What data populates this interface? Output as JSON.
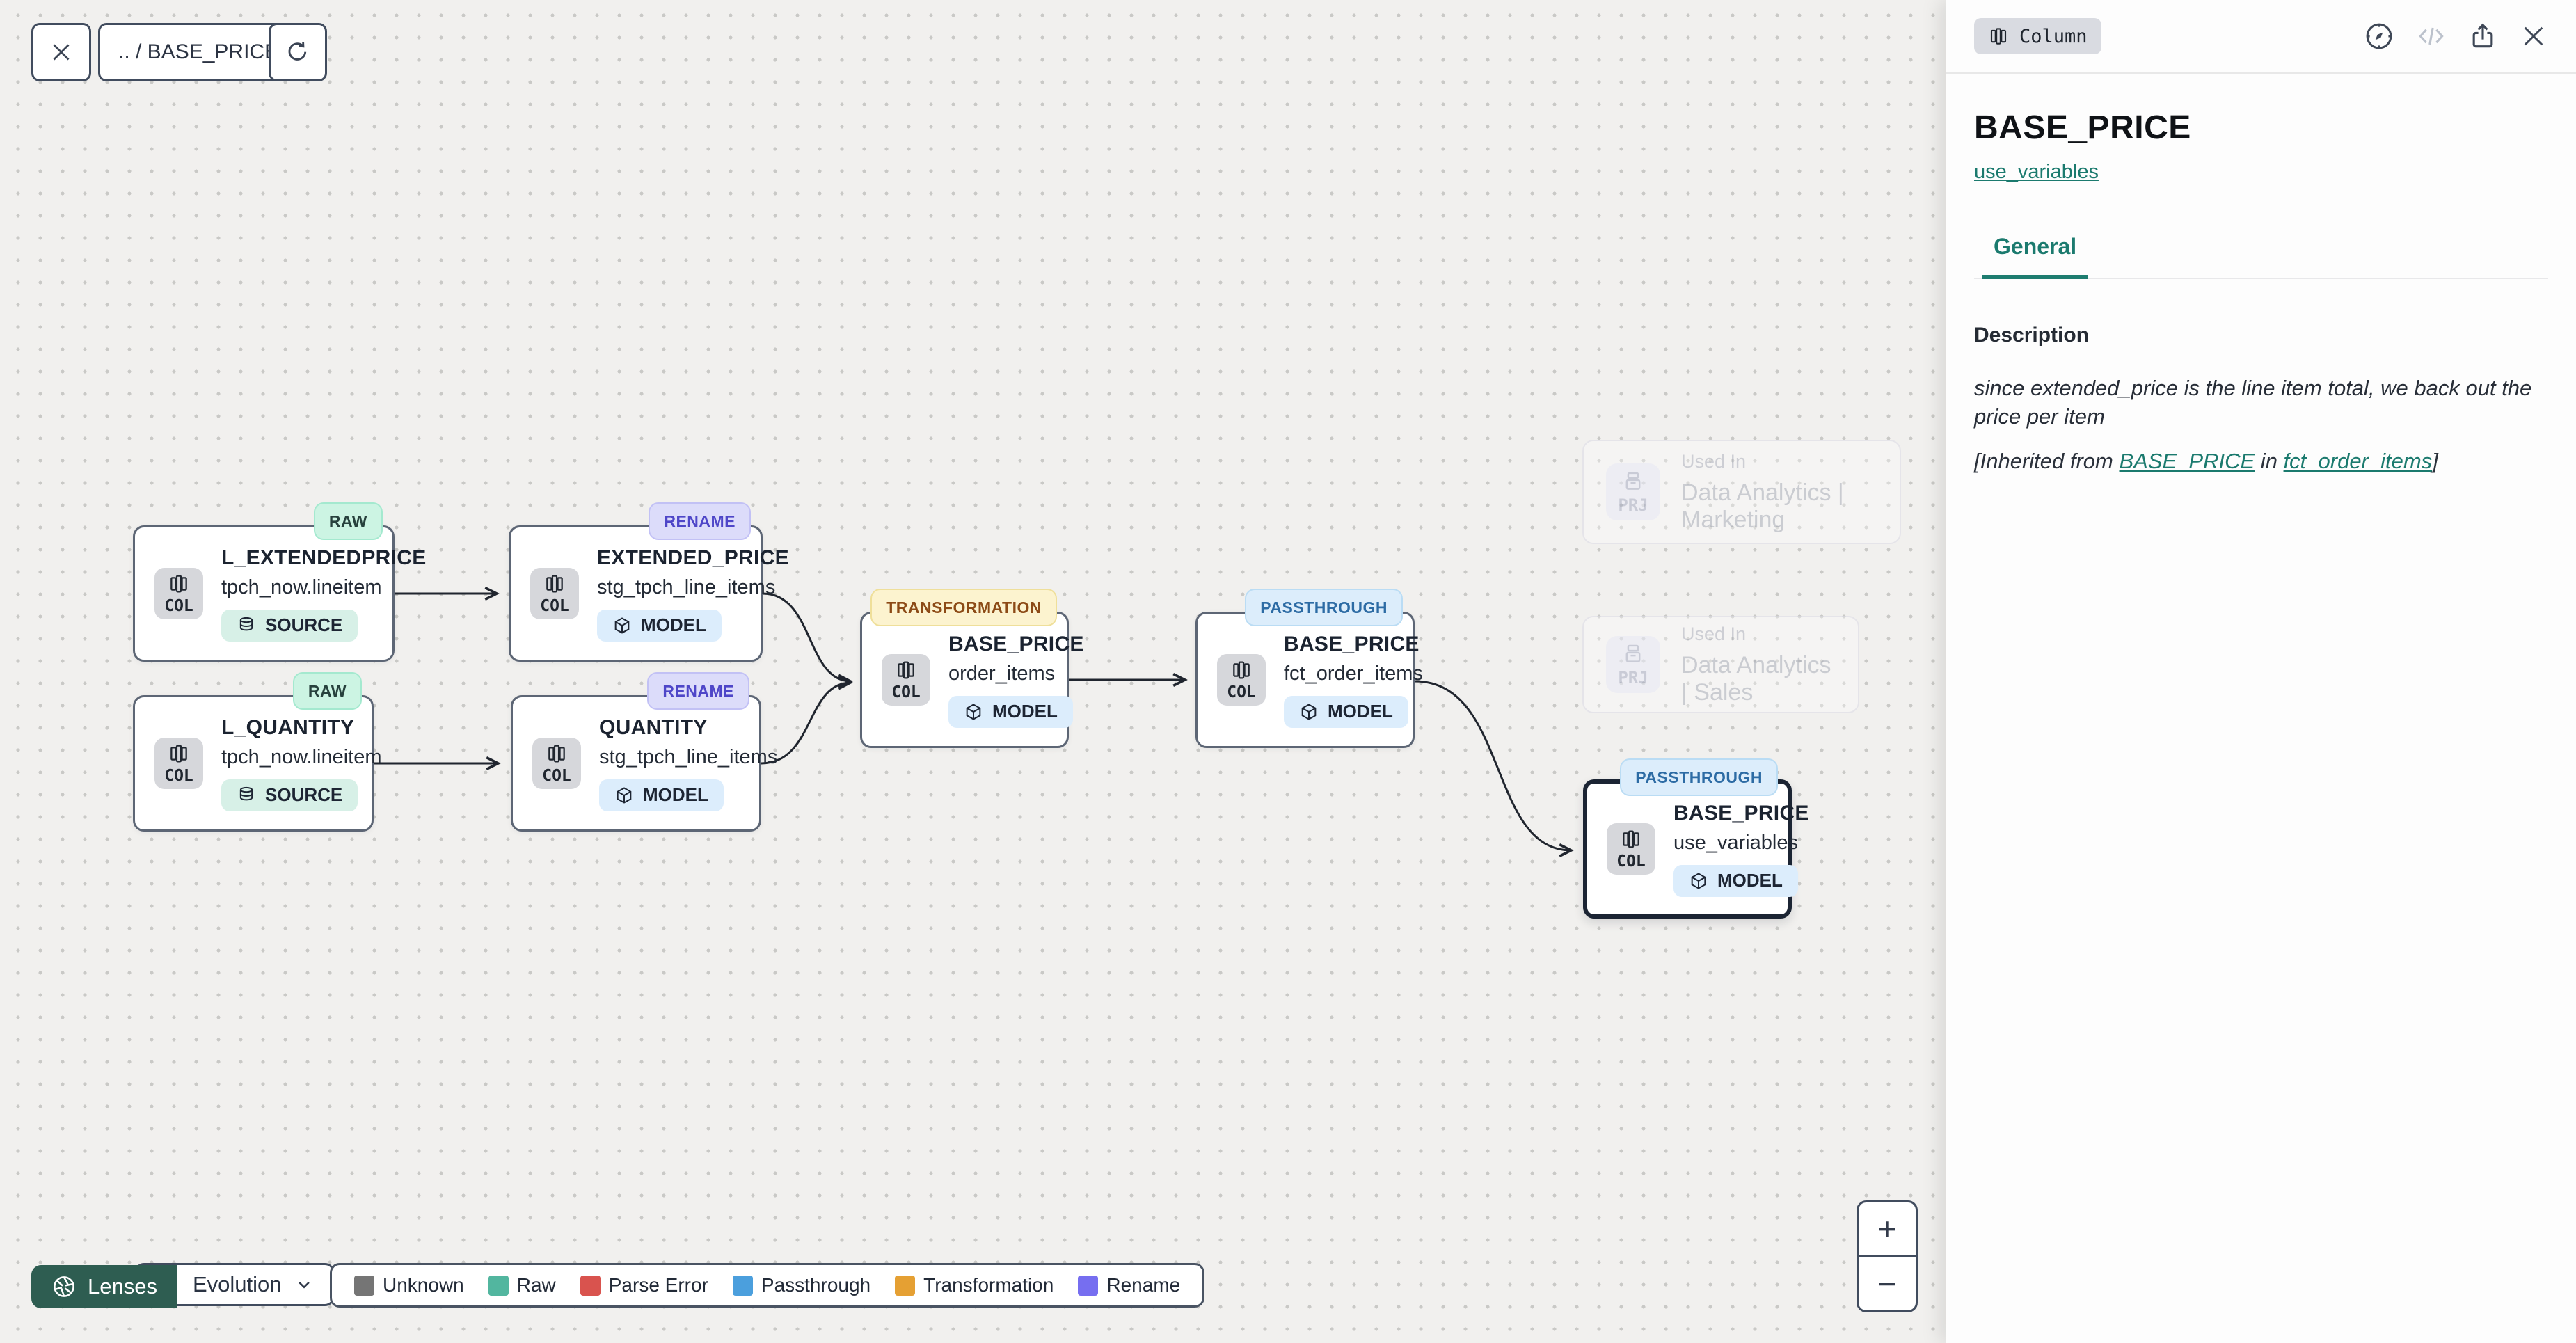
{
  "toolbar": {
    "breadcrumb": ".. / BASE_PRICE"
  },
  "panel": {
    "type_badge": "Column",
    "title": "BASE_PRICE",
    "subtitle_link": "use_variables",
    "tab_general": "General",
    "description": {
      "label": "Description",
      "body": "since extended_price is the line item total, we back out the price per item",
      "inherited_prefix": "[Inherited from ",
      "inherited_link_column": "BASE_PRICE",
      "inherited_middle": " in ",
      "inherited_link_model": "fct_order_items",
      "inherited_suffix": "]"
    }
  },
  "canvas": {
    "nodes": [
      {
        "title": "L_EXTENDEDPRICE",
        "subtitle": "tpch_now.lineitem",
        "type": "SOURCE",
        "badge": "RAW",
        "kind": "COL"
      },
      {
        "title": "EXTENDED_PRICE",
        "subtitle": "stg_tpch_line_items",
        "type": "MODEL",
        "badge": "RENAME",
        "kind": "COL"
      },
      {
        "title": "L_QUANTITY",
        "subtitle": "tpch_now.lineitem",
        "type": "SOURCE",
        "badge": "RAW",
        "kind": "COL"
      },
      {
        "title": "QUANTITY",
        "subtitle": "stg_tpch_line_items",
        "type": "MODEL",
        "badge": "RENAME",
        "kind": "COL"
      },
      {
        "title": "BASE_PRICE",
        "subtitle": "order_items",
        "type": "MODEL",
        "badge": "TRANSFORMATION",
        "kind": "COL"
      },
      {
        "title": "BASE_PRICE",
        "subtitle": "fct_order_items",
        "type": "MODEL",
        "badge": "PASSTHROUGH",
        "kind": "COL"
      },
      {
        "title": "BASE_PRICE",
        "subtitle": "use_variables",
        "type": "MODEL",
        "badge": "PASSTHROUGH",
        "kind": "COL",
        "selected": true
      }
    ],
    "ghost_nodes": [
      {
        "label": "Used In",
        "title": "Data Analytics | Marketing",
        "kind": "PRJ"
      },
      {
        "label": "Used In",
        "title": "Data Analytics | Sales",
        "kind": "PRJ"
      }
    ]
  },
  "footer": {
    "lenses_label": "Lenses",
    "lens_selected": "Evolution",
    "legend": [
      {
        "label": "Unknown",
        "color": "#757575"
      },
      {
        "label": "Raw",
        "color": "#52b69f"
      },
      {
        "label": "Parse Error",
        "color": "#d9534e"
      },
      {
        "label": "Passthrough",
        "color": "#4b9fdd"
      },
      {
        "label": "Transformation",
        "color": "#e5a033"
      },
      {
        "label": "Rename",
        "color": "#766ef0"
      }
    ]
  },
  "zoom_controls": {
    "zoom_in": "+",
    "zoom_out": "−"
  },
  "colors": {
    "accent_teal": "#1b7a6e",
    "lenses_button_bg": "#2e5d51",
    "edge": "#20252e",
    "badge_raw_bg": "#ccf4e3",
    "badge_rename_bg": "#dcdcfa",
    "badge_transformation_bg": "#fcf3cf",
    "badge_passthrough_bg": "#dcedfb"
  }
}
